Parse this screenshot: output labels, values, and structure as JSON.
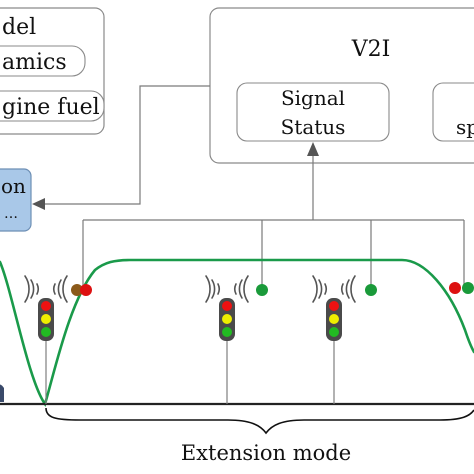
{
  "vehicle_model": {
    "title_fragment": "del",
    "dynamics_fragment": "amics",
    "fuel_fragment": "gine fuel"
  },
  "v2i": {
    "title": "V2I",
    "signal_status_line1": "Signal",
    "signal_status_line2": "Status",
    "clipped_fragment": "sp"
  },
  "controller_box": {
    "line1_fragment": "on",
    "line2_fragment": "…"
  },
  "road": {
    "mode_label": "Extension mode"
  },
  "colors": {
    "speed_profile": "#1a9a4a",
    "signal_red": "#dd1111",
    "signal_green": "#1a9a3a",
    "signal_brown": "#8b5a1a",
    "controller_fill": "#a9c8e8",
    "traffic_light_body": "#4a4a4a",
    "light_red": "#ee1111",
    "light_yellow": "#eeee00",
    "light_green": "#22bb22"
  },
  "icons": {
    "traffic_light": "traffic-light-icon",
    "wireless": "wireless-signal-icon",
    "vehicle": "car-icon"
  }
}
